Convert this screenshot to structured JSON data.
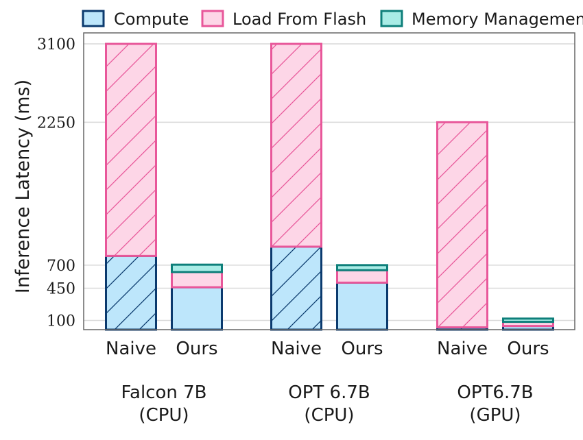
{
  "chart_data": {
    "type": "bar",
    "stacked": true,
    "ylabel": "Inference Latency (ms)",
    "yticks": [
      100,
      450,
      700,
      2250,
      3100
    ],
    "ylim": [
      0,
      3120
    ],
    "grid": true,
    "legend_position": "top",
    "series": [
      {
        "name": "Compute",
        "fill": "#bde6fb",
        "stroke": "#0b3a6e",
        "hatch": true
      },
      {
        "name": "Load From Flash",
        "fill": "#fdd6e7",
        "stroke": "#e8579a",
        "hatch": true
      },
      {
        "name": "Memory Management",
        "fill": "#a9ece6",
        "stroke": "#0e7f7a",
        "hatch": false
      }
    ],
    "groups": [
      {
        "label_line1": "Falcon 7B",
        "label_line2": "(CPU)",
        "bars": [
          {
            "label": "Naive",
            "values": [
              800,
              2300,
              0
            ],
            "hatched": true
          },
          {
            "label": "Ours",
            "values": [
              460,
              165,
              80
            ],
            "hatched": false
          }
        ]
      },
      {
        "label_line1": "OPT 6.7B",
        "label_line2": "(CPU)",
        "bars": [
          {
            "label": "Naive",
            "values": [
              900,
              2200,
              0
            ],
            "hatched": true
          },
          {
            "label": "Ours",
            "values": [
              510,
              135,
              55
            ],
            "hatched": false
          }
        ]
      },
      {
        "label_line1": "OPT6.7B",
        "label_line2": "(GPU)",
        "bars": [
          {
            "label": "Naive",
            "values": [
              25,
              2225,
              0
            ],
            "hatched": true
          },
          {
            "label": "Ours",
            "values": [
              40,
              45,
              35
            ],
            "hatched": false
          }
        ]
      }
    ]
  }
}
